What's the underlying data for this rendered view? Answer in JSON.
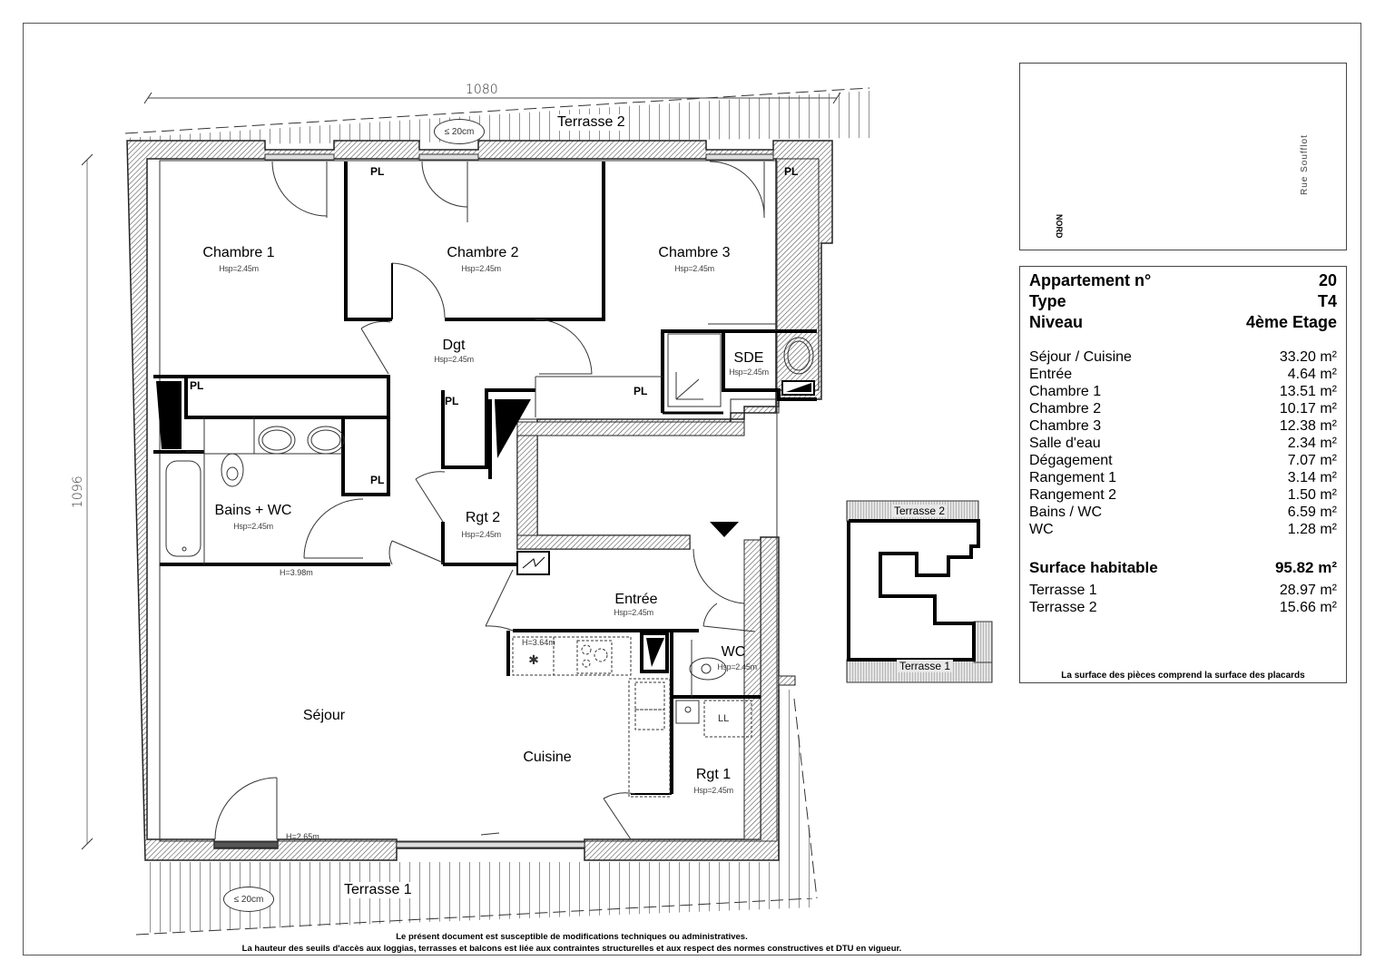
{
  "plan": {
    "dimensions": {
      "width": "1080",
      "height": "1096"
    },
    "rooms": [
      {
        "id": "chambre1",
        "name": "Chambre 1",
        "height": "Hsp=2.45m"
      },
      {
        "id": "chambre2",
        "name": "Chambre 2",
        "height": "Hsp=2.45m"
      },
      {
        "id": "chambre3",
        "name": "Chambre 3",
        "height": "Hsp=2.45m"
      },
      {
        "id": "dgt",
        "name": "Dgt",
        "height": "Hsp=2.45m"
      },
      {
        "id": "sde",
        "name": "SDE",
        "height": "Hsp=2.45m"
      },
      {
        "id": "bains",
        "name": "Bains + WC",
        "height": "Hsp=2.45m"
      },
      {
        "id": "rgt2",
        "name": "Rgt 2",
        "height": "Hsp=2.45m"
      },
      {
        "id": "entree",
        "name": "Entrée",
        "height": "Hsp=2.45m"
      },
      {
        "id": "wc",
        "name": "WC",
        "height": "Hsp=2.45m"
      },
      {
        "id": "sejour",
        "name": "Séjour",
        "height": ""
      },
      {
        "id": "cuisine",
        "name": "Cuisine",
        "height": ""
      },
      {
        "id": "rgt1",
        "name": "Rgt 1",
        "height": "Hsp=2.45m"
      }
    ],
    "closets": [
      "PL",
      "PL",
      "PL",
      "PL",
      "PL"
    ],
    "heights": {
      "bains_wall": "H=3.98m",
      "kitchen": "H=3.64m",
      "sejour_wall": "H=2.65m"
    },
    "laundry_label": "LL",
    "terraces": {
      "t2": "Terrasse 2",
      "t1": "Terrasse 1"
    },
    "threshold": "≤ 20cm"
  },
  "location_map": {
    "street": "Rue Soufflot",
    "compass": "NORD"
  },
  "mini_plan": {
    "t2": "Terrasse 2",
    "t1": "Terrasse 1"
  },
  "info": {
    "header": [
      {
        "label": "Appartement n°",
        "value": "20"
      },
      {
        "label": "Type",
        "value": "T4"
      },
      {
        "label": "Niveau",
        "value": "4ème Etage"
      }
    ],
    "surfaces": [
      {
        "label": "Séjour / Cuisine",
        "value": "33.20 m²"
      },
      {
        "label": "Entrée",
        "value": "4.64 m²"
      },
      {
        "label": "Chambre 1",
        "value": "13.51 m²"
      },
      {
        "label": "Chambre 2",
        "value": "10.17 m²"
      },
      {
        "label": "Chambre 3",
        "value": "12.38 m²"
      },
      {
        "label": "Salle d'eau",
        "value": "2.34 m²"
      },
      {
        "label": "Dégagement",
        "value": "7.07 m²"
      },
      {
        "label": "Rangement 1",
        "value": "3.14 m²"
      },
      {
        "label": "Rangement 2",
        "value": "1.50 m²"
      },
      {
        "label": "Bains / WC",
        "value": "6.59 m²"
      },
      {
        "label": "WC",
        "value": "1.28 m²"
      }
    ],
    "total": {
      "label": "Surface habitable",
      "value": "95.82 m²"
    },
    "terraces": [
      {
        "label": "Terrasse 1",
        "value": "28.97 m²"
      },
      {
        "label": "Terrasse 2",
        "value": "15.66 m²"
      }
    ],
    "note": "La surface des pièces comprend la surface des placards"
  },
  "footer": {
    "line1": "Le présent document est susceptible de modifications techniques ou administratives.",
    "line2": "La hauteur des seuils d'accès aux loggias, terrasses et balcons est liée aux contraintes structurelles et aux respect des normes constructives et DTU en vigueur."
  }
}
